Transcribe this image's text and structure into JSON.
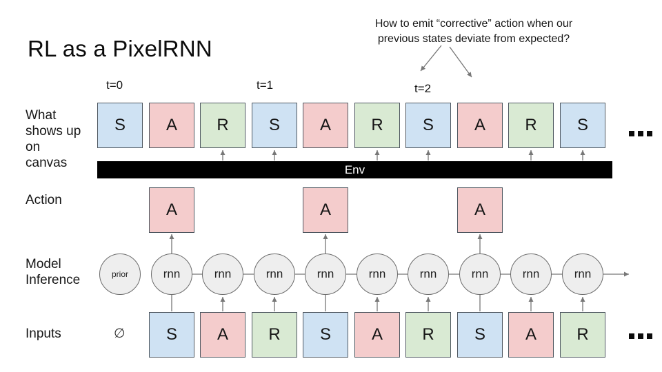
{
  "slide": {
    "title": "RL as a PixelRNN",
    "annotation": {
      "line1": "How to emit “corrective” action when our",
      "line2": "previous states deviate from expected?"
    },
    "time_labels": [
      "t=0",
      "t=1",
      "t=2"
    ],
    "row_labels": {
      "canvas_lines": [
        "What",
        "shows up",
        "on",
        "canvas"
      ],
      "action": "Action",
      "model_lines": [
        "Model",
        "Inference"
      ],
      "inputs": "Inputs"
    },
    "env_label": "Env",
    "empty_symbol": "∅",
    "ellipsis": "...",
    "canvas_row": {
      "cells": [
        {
          "letter": "S",
          "from_env": false
        },
        {
          "letter": "A",
          "from_env": false
        },
        {
          "letter": "R",
          "from_env": true
        },
        {
          "letter": "S",
          "from_env": true
        },
        {
          "letter": "A",
          "from_env": false
        },
        {
          "letter": "R",
          "from_env": true
        },
        {
          "letter": "S",
          "from_env": true
        },
        {
          "letter": "A",
          "from_env": false
        },
        {
          "letter": "R",
          "from_env": true
        },
        {
          "letter": "S",
          "from_env": true
        }
      ]
    },
    "action_row": {
      "cells": [
        {
          "letter": "A"
        },
        {
          "letter": "A"
        },
        {
          "letter": "A"
        }
      ]
    },
    "model_row": {
      "nodes": [
        {
          "label": "prior",
          "kind": "prior"
        },
        {
          "label": "rnn",
          "kind": "rnn"
        },
        {
          "label": "rnn",
          "kind": "rnn"
        },
        {
          "label": "rnn",
          "kind": "rnn"
        },
        {
          "label": "rnn",
          "kind": "rnn"
        },
        {
          "label": "rnn",
          "kind": "rnn"
        },
        {
          "label": "rnn",
          "kind": "rnn"
        },
        {
          "label": "rnn",
          "kind": "rnn"
        },
        {
          "label": "rnn",
          "kind": "rnn"
        },
        {
          "label": "rnn",
          "kind": "rnn"
        }
      ]
    },
    "inputs_row": {
      "cells": [
        {
          "letter": "S",
          "arrow": false
        },
        {
          "letter": "A",
          "arrow": true
        },
        {
          "letter": "R",
          "arrow": true
        },
        {
          "letter": "S",
          "arrow": false
        },
        {
          "letter": "A",
          "arrow": true
        },
        {
          "letter": "R",
          "arrow": true
        },
        {
          "letter": "S",
          "arrow": false
        },
        {
          "letter": "A",
          "arrow": true
        },
        {
          "letter": "R",
          "arrow": true
        }
      ]
    },
    "colors": {
      "state_fill": "#cfe2f3",
      "action_fill": "#f4cccc",
      "reward_fill": "#d9ead3",
      "box_border": "#4d565f",
      "node_fill": "#eeeeee",
      "node_border": "#6b6b6b",
      "wire": "#777777",
      "env_bar": "#000000",
      "env_text": "#ffffff"
    }
  }
}
